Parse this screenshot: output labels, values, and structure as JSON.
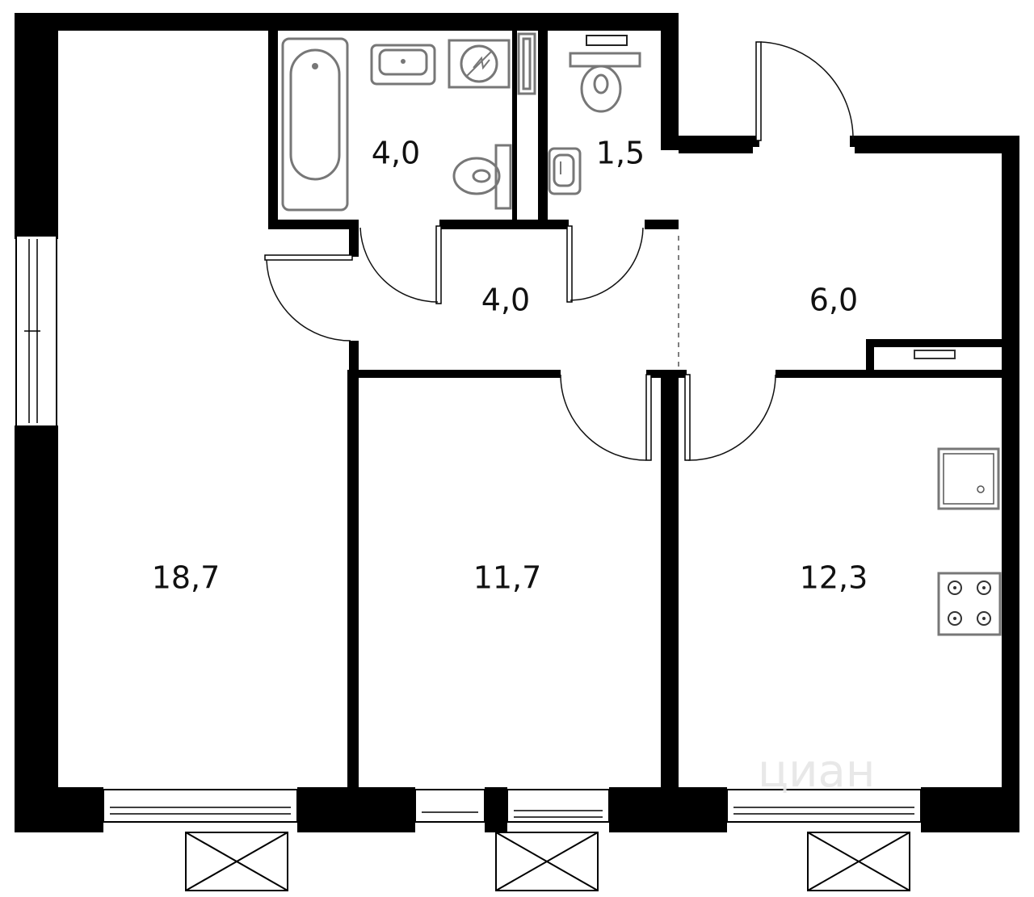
{
  "colors": {
    "wall": "#000000",
    "background": "#ffffff",
    "fixture": "#777777",
    "watermark": "#e6e6e6"
  },
  "rooms": [
    {
      "id": "living-room",
      "area": "18,7"
    },
    {
      "id": "bedroom",
      "area": "11,7"
    },
    {
      "id": "kitchen",
      "area": "12,3"
    },
    {
      "id": "bathroom",
      "area": "4,0"
    },
    {
      "id": "toilet",
      "area": "1,5"
    },
    {
      "id": "hallway",
      "area": "4,0"
    },
    {
      "id": "entrance-hall",
      "area": "6,0"
    }
  ],
  "watermark": {
    "text": "циан"
  },
  "icons": [
    "bathtub-icon",
    "sink-icon",
    "washing-machine-icon",
    "toilet-icon",
    "stove-icon",
    "kitchen-sink-icon",
    "radiator-icon",
    "balcony-icon"
  ]
}
